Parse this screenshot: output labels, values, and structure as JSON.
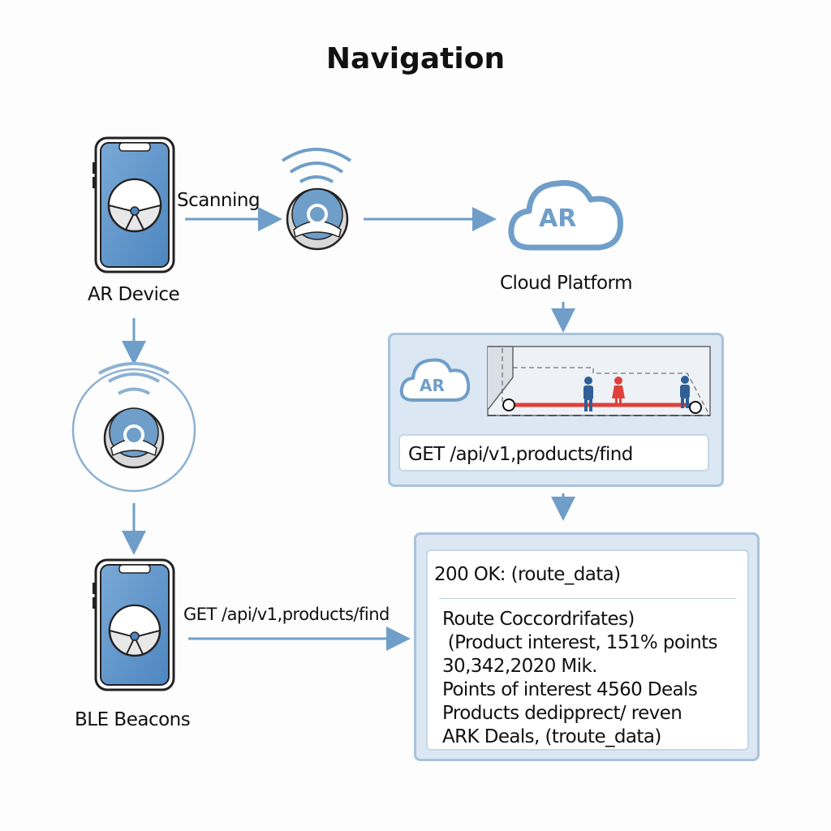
{
  "title": "Navigation",
  "colors": {
    "accent": "#6f9ec9",
    "panel_bg": "#dbe7f3",
    "panel_border": "#a8c3dc",
    "route_red": "#e0403a",
    "person_blue": "#2f5f96",
    "person_red": "#e0403a"
  },
  "nodes": {
    "ar_device": {
      "label": "AR Device",
      "icon": "smartphone-icon"
    },
    "beacon_top": {
      "icon": "ble-beacon-icon"
    },
    "cloud": {
      "label": "Cloud Platform",
      "icon_text": "AR",
      "icon": "cloud-icon"
    },
    "beacon_circle": {
      "icon": "ble-beacon-icon"
    },
    "ble_beacons": {
      "label": "BLE Beacons",
      "icon": "smartphone-icon"
    }
  },
  "edges": {
    "scanning": "Scanning",
    "request": "GET /api/v1,products/find"
  },
  "request_panel": {
    "cloud_text": "AR",
    "request": "GET /api/v1,products/find"
  },
  "response_panel": {
    "status": "200 OK: (route_data)",
    "lines": [
      "Route Coccordrifates)",
      " (Product interest, 151% points",
      "30,342,2020 Mik.",
      "Points of interest 4560 Deals",
      "Products dedipprect/ reven",
      "ARK Deals, (troute_data)"
    ]
  }
}
